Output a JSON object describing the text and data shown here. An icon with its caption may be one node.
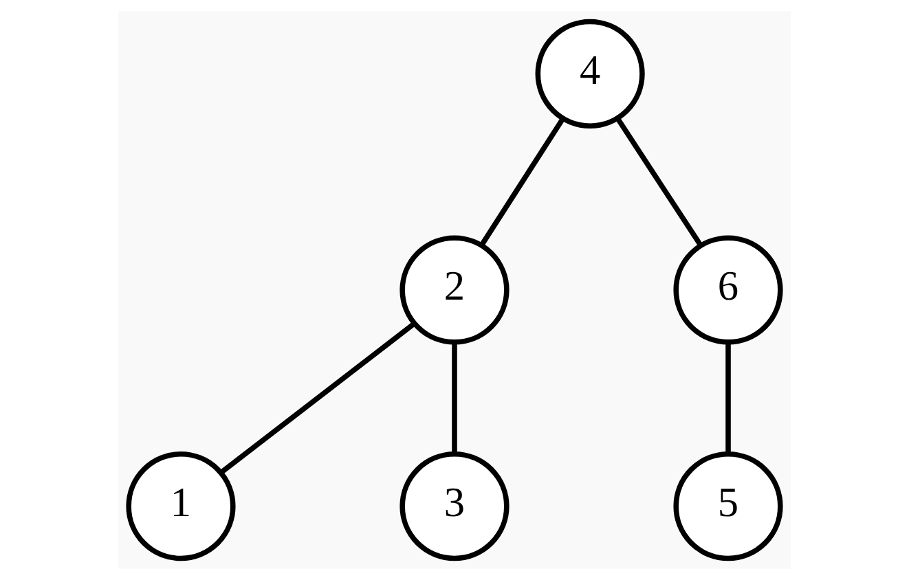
{
  "diagram": {
    "nodes": [
      {
        "text": [
          "4"
        ]
      },
      {
        "text": [
          "2"
        ]
      },
      {
        "text": [
          "6"
        ]
      },
      {
        "text": [
          "1"
        ]
      },
      {
        "text": [
          "3"
        ]
      },
      {
        "text": [
          "5"
        ]
      }
    ],
    "edges": [
      {
        "from": 0,
        "to": 1,
        "arrow": "none"
      },
      {
        "from": 0,
        "to": 2,
        "arrow": "none"
      },
      {
        "from": 1,
        "to": 3,
        "arrow": "none"
      },
      {
        "from": 1,
        "to": 4,
        "arrow": "none"
      },
      {
        "from": 2,
        "to": 5,
        "arrow": "none"
      }
    ]
  }
}
